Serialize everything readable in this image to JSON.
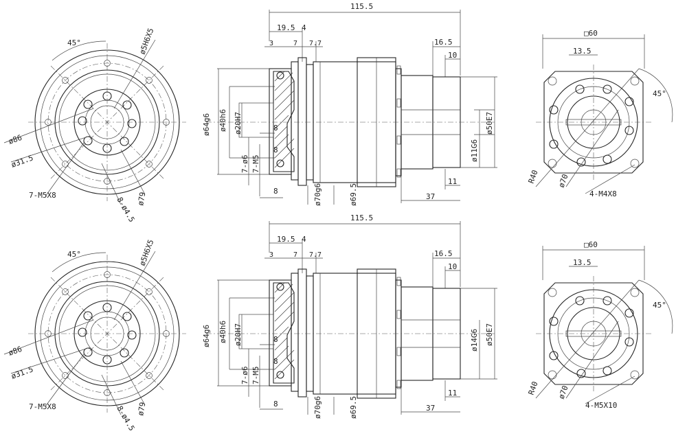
{
  "colors": {
    "line": "#222222",
    "background": "#ffffff"
  },
  "views": [
    {
      "front": {
        "angle": "45°",
        "keyway": "ø5H6X5",
        "pcd": "ø86",
        "bore": "ø31.5",
        "taps": "7-M5X8",
        "holes": "8-ø4.5",
        "outer": "ø79"
      },
      "side": {
        "overall": "115.5",
        "d19": "19.5",
        "d4": "4",
        "d3": "3",
        "d7": "7",
        "d77": "7.7",
        "d165": "16.5",
        "d10": "10",
        "d64": "ø64g6",
        "d40": "ø40h6",
        "d20": "ø20H7",
        "d8a": "8",
        "d8b": "8",
        "d8c": "8",
        "d7m": "7-ø6",
        "m5": "7-M5",
        "d70": "ø70g6",
        "d695": "ø69.5",
        "d37": "37",
        "d11": "11",
        "shaft": "ø11G6",
        "d50": "ø50E7"
      },
      "back": {
        "sq": "□60",
        "d135": "13.5",
        "ang": "45°",
        "r40": "R40",
        "d70": "ø70",
        "taps": "4-M4X8"
      }
    },
    {
      "front": {
        "angle": "45°",
        "keyway": "ø5H6X5",
        "pcd": "ø86",
        "bore": "ø31.5",
        "taps": "7-M5X8",
        "holes": "8-ø4.5",
        "outer": "ø79"
      },
      "side": {
        "overall": "115.5",
        "d19": "19.5",
        "d4": "4",
        "d3": "3",
        "d7": "7",
        "d77": "7.7",
        "d165": "16.5",
        "d10": "10",
        "d64": "ø64g6",
        "d40": "ø40h6",
        "d20": "ø20H7",
        "d8a": "8",
        "d8b": "8",
        "d8c": "8",
        "d7m": "7-ø6",
        "m5": "7-M5",
        "d70": "ø70g6",
        "d695": "ø69.5",
        "d37": "37",
        "d11": "11",
        "shaft": "ø14G6",
        "d50": "ø50E7"
      },
      "back": {
        "sq": "□60",
        "d135": "13.5",
        "ang": "45°",
        "r40": "R40",
        "d70": "ø70",
        "taps": "4-M5X10"
      }
    }
  ]
}
